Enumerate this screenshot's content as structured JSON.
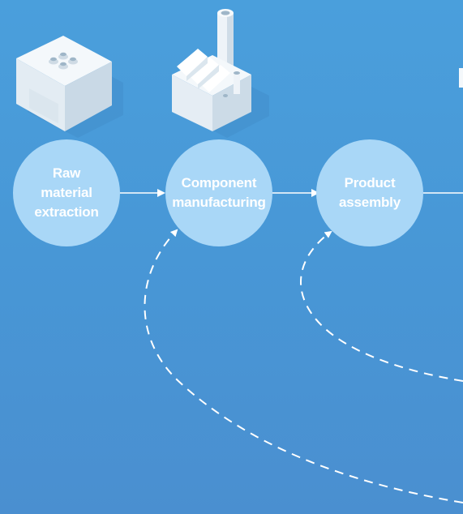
{
  "nodes": [
    {
      "label": "Raw\nmaterial\nextraction"
    },
    {
      "label": "Component\nmanufacturing"
    },
    {
      "label": "Product\nassembly"
    }
  ],
  "icons": [
    "mining-facility-icon",
    "factory-icon"
  ],
  "colors": {
    "background": "#4a9fdc",
    "node_fill": "#a9d7f7",
    "connector": "#ffffff"
  }
}
